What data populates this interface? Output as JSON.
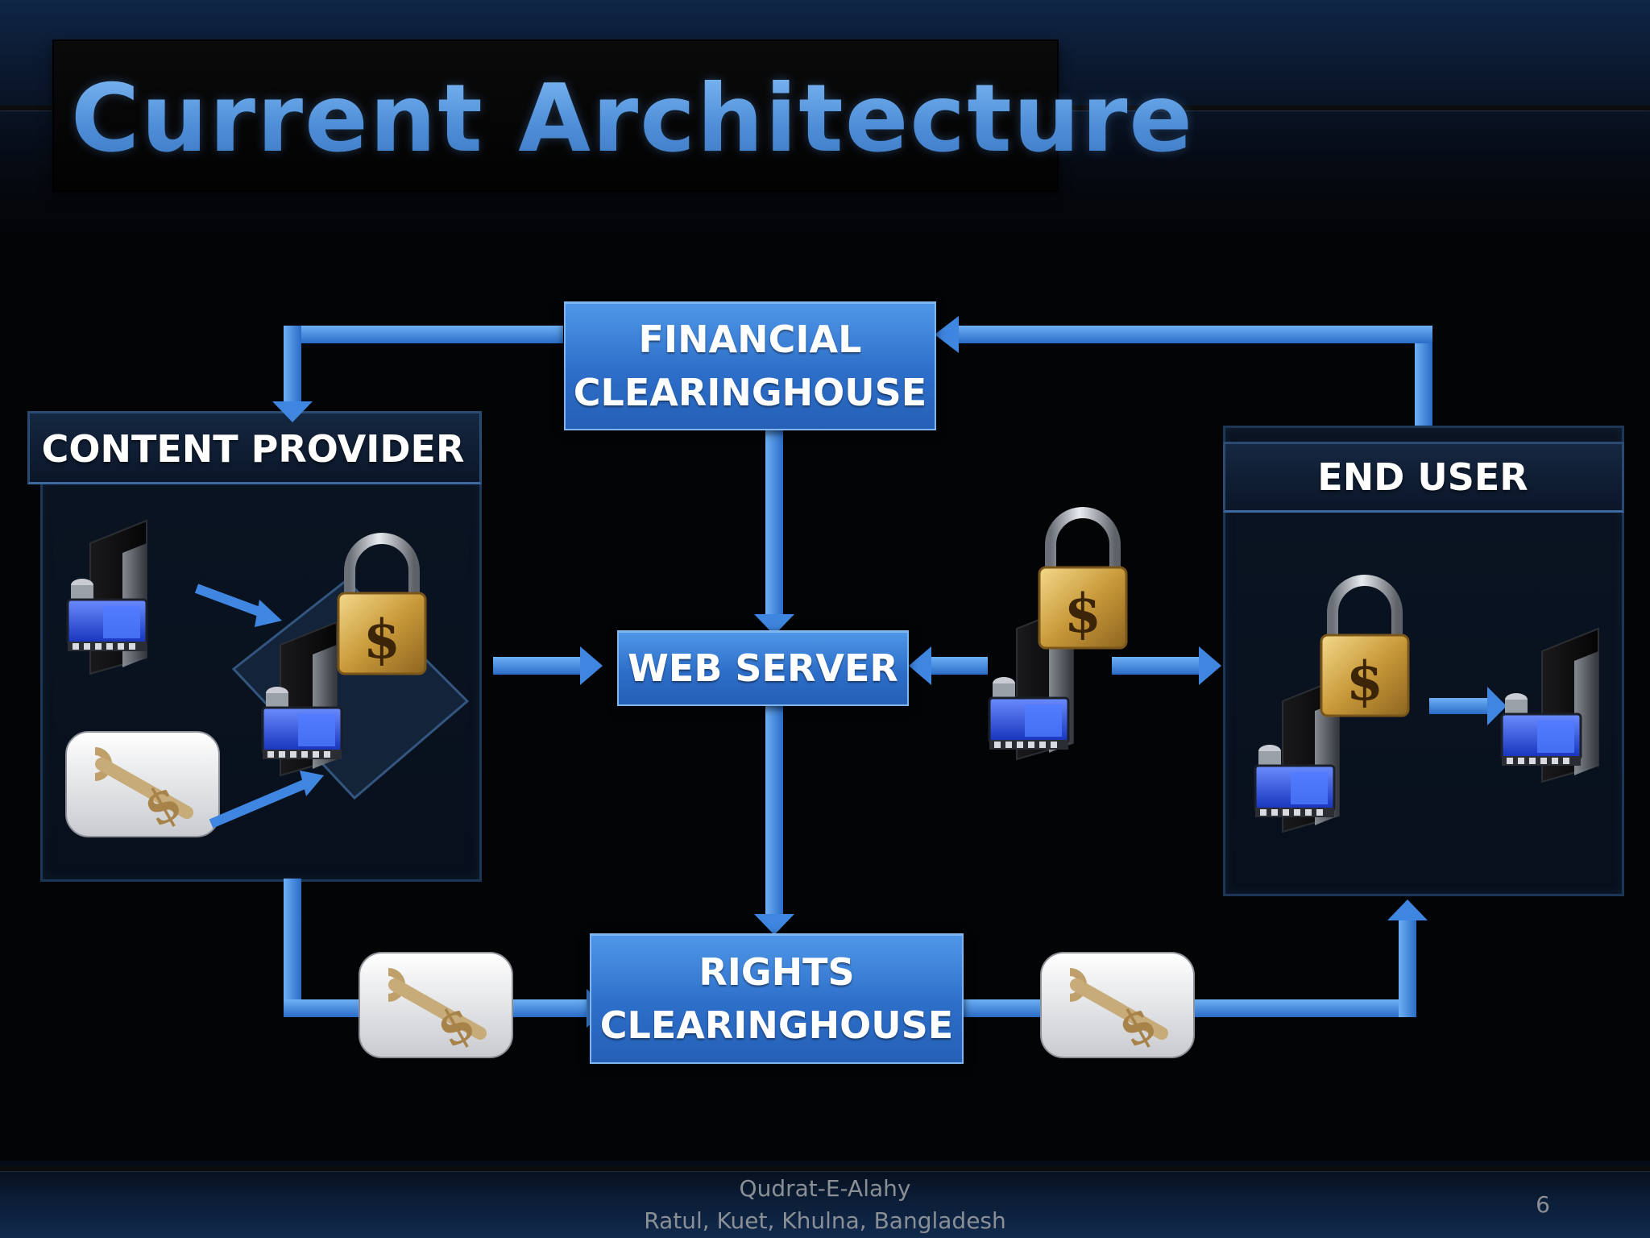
{
  "slide": {
    "title": "Current Architecture",
    "page_number": "6"
  },
  "nodes": {
    "financial_clearinghouse": {
      "line1": "FINANCIAL",
      "line2": "CLEARINGHOUSE"
    },
    "web_server": {
      "label": "WEB SERVER"
    },
    "rights_clearinghouse": {
      "line1": "RIGHTS",
      "line2": "CLEARINGHOUSE"
    }
  },
  "panels": {
    "content_provider": {
      "label": "CONTENT PROVIDER"
    },
    "end_user": {
      "label": "END USER"
    }
  },
  "icons": {
    "server": "server-icon",
    "media": "film-reel-icon",
    "lock": "dollar-padlock-icon",
    "key": "dollar-key-icon",
    "lock_symbol": "$"
  },
  "footer": {
    "author": "Qudrat-E-Alahy",
    "affiliation": "Ratul, Kuet, Khulna, Bangladesh"
  },
  "colors": {
    "title": "#5b9ee5",
    "node_fill": "#3a7fd5",
    "arrow": "#3f86e0",
    "background": "#030406"
  }
}
